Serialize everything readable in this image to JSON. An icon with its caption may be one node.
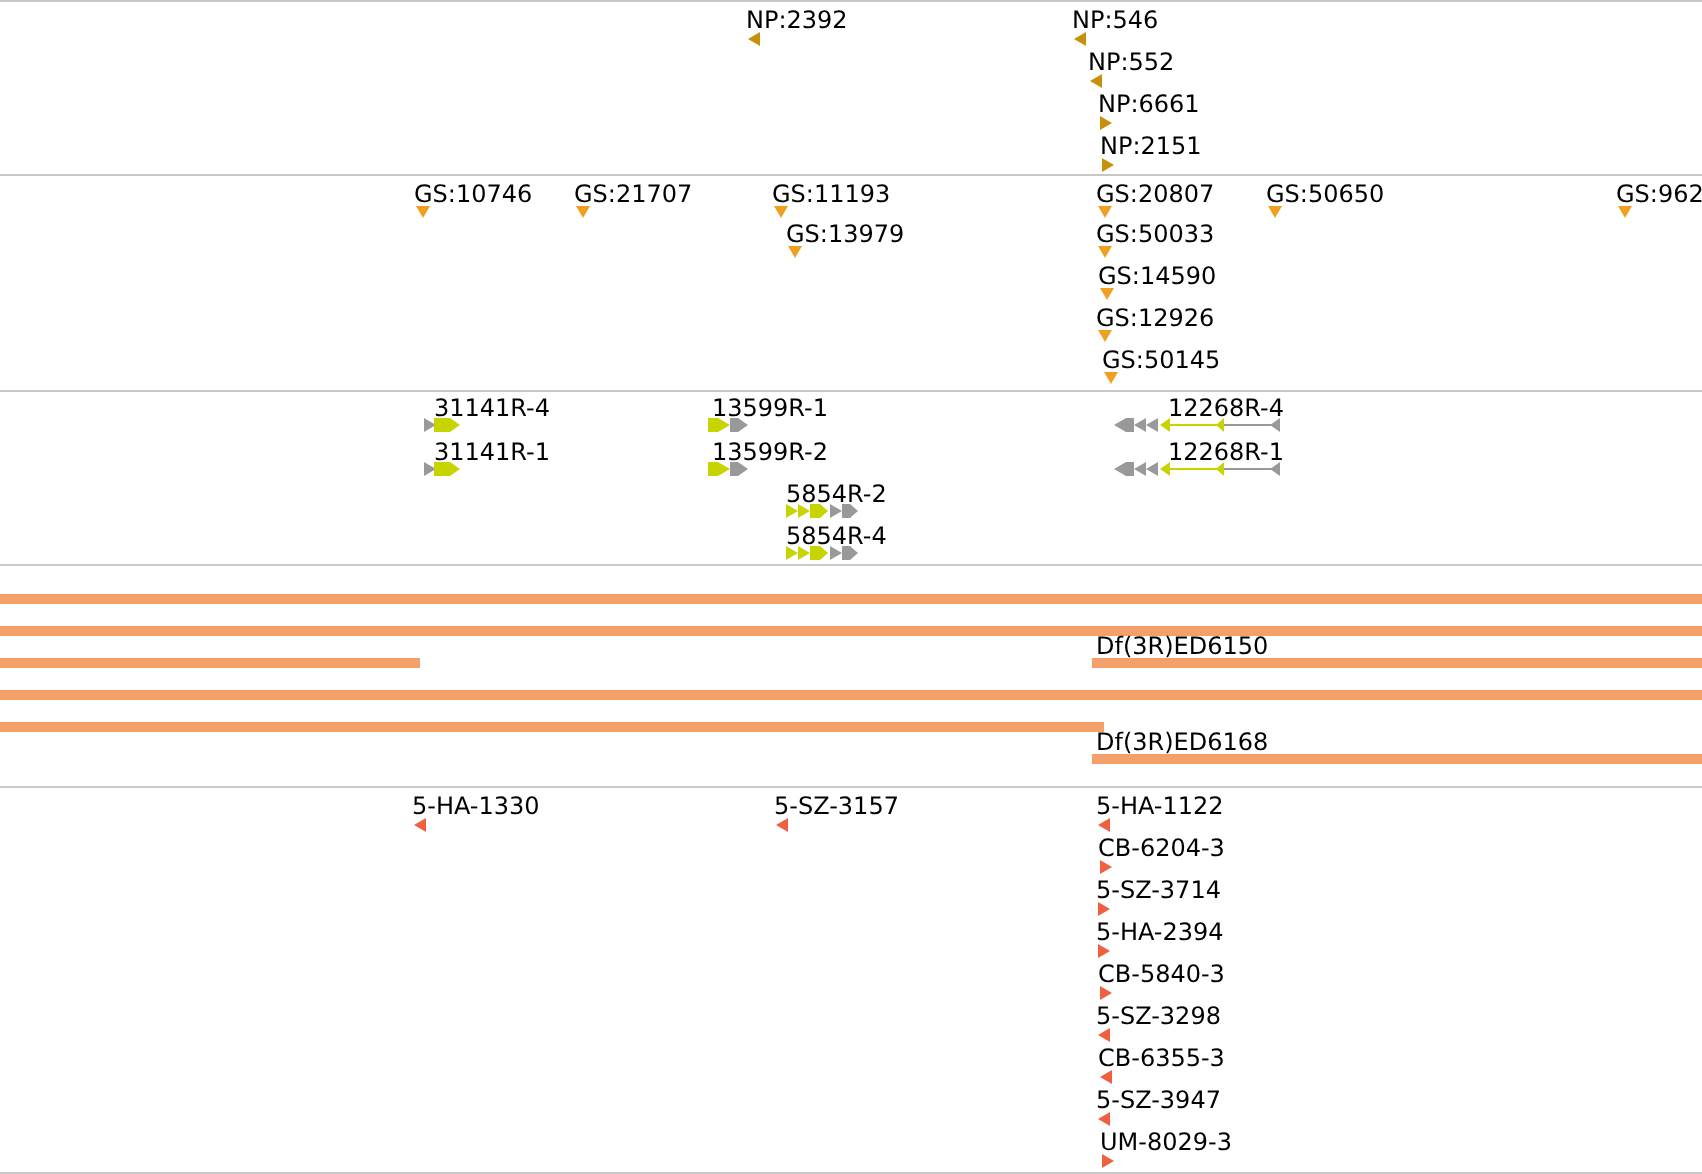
{
  "diagram": {
    "labels": [
      "NP:2392",
      "NP:546",
      "NP:552",
      "NP:6661",
      "NP:2151",
      "GS:10746",
      "GS:21707",
      "GS:11193",
      "GS:20807",
      "GS:50650",
      "GS:962",
      "GS:13979",
      "GS:50033",
      "GS:14590",
      "GS:12926",
      "GS:50145",
      "31141R-4",
      "13599R-1",
      "12268R-4",
      "31141R-1",
      "13599R-2",
      "12268R-1",
      "5854R-2",
      "5854R-4",
      "Df(3R)ED6150",
      "Df(3R)ED6168",
      "5-HA-1330",
      "5-SZ-3157",
      "5-HA-1122",
      "CB-6204-3",
      "5-SZ-3714",
      "5-HA-2394",
      "CB-5840-3",
      "5-SZ-3298",
      "CB-6355-3",
      "5-SZ-3947",
      "UM-8029-3"
    ]
  }
}
